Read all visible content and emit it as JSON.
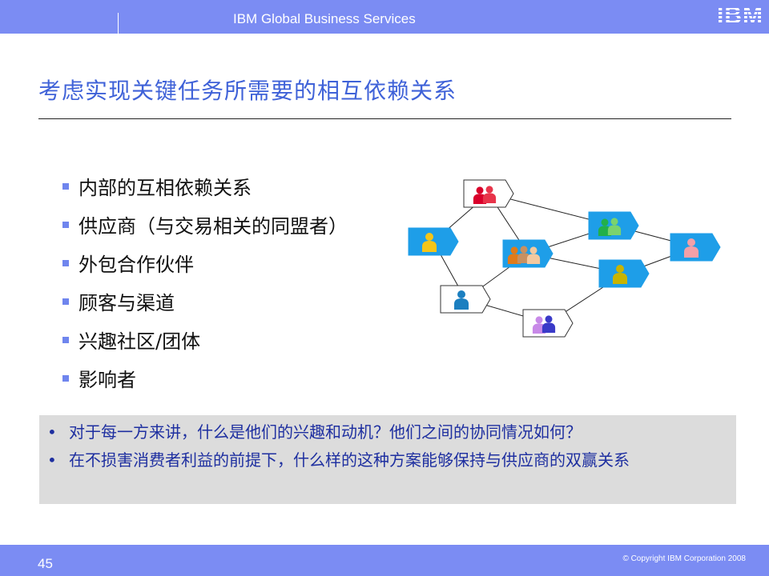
{
  "header": {
    "division": "IBM Global Business Services",
    "logo": "IBM"
  },
  "slide": {
    "title": "考虑实现关键任务所需要的相互依赖关系",
    "bullets": [
      "内部的互相依赖关系",
      "供应商（与交易相关的同盟者）",
      "外包合作伙伴",
      "顾客与渠道",
      "兴趣社区/团体",
      "影响者"
    ]
  },
  "questions": [
    "对于每一方来讲，什么是他们的兴趣和动机？他们之间的协同情况如何？",
    "在不损害消费者利益的前提下，什么样的这种方案能够保持与供应商的双赢关系"
  ],
  "footer": {
    "page_number": "45",
    "copyright": "© Copyright IBM Corporation 2008"
  },
  "colors": {
    "bar": "#7b8cf3",
    "title": "#3f62d8",
    "question_text": "#1e2fa0",
    "question_bg": "#dcdcdc",
    "node_blue": "#1e9ee8"
  },
  "network": {
    "nodes": [
      {
        "id": "internal",
        "icon": "people-group-icon",
        "fill": "white",
        "people": [
          "#d9002a",
          "#e8344a"
        ]
      },
      {
        "id": "supplier",
        "icon": "people-group-icon",
        "fill": "blue",
        "people": [
          "#22b04a",
          "#7bd36d"
        ]
      },
      {
        "id": "partner-left",
        "icon": "person-icon",
        "fill": "blue",
        "people": [
          "#f5c518"
        ]
      },
      {
        "id": "outsourcing",
        "icon": "people-group-icon",
        "fill": "blue",
        "people": [
          "#e07b1a",
          "#c89060",
          "#f3c9a0"
        ]
      },
      {
        "id": "customer",
        "icon": "person-icon",
        "fill": "blue",
        "people": [
          "#f3a0a8"
        ]
      },
      {
        "id": "channel",
        "icon": "person-icon",
        "fill": "blue",
        "people": [
          "#c8b400"
        ]
      },
      {
        "id": "community",
        "icon": "person-icon",
        "fill": "white",
        "people": [
          "#1c7fc0"
        ]
      },
      {
        "id": "influencer",
        "icon": "people-group-icon",
        "fill": "white",
        "people": [
          "#c889e8",
          "#3a3ac8"
        ]
      }
    ],
    "edges": [
      [
        "internal",
        "supplier"
      ],
      [
        "internal",
        "partner-left"
      ],
      [
        "internal",
        "outsourcing"
      ],
      [
        "supplier",
        "customer"
      ],
      [
        "supplier",
        "outsourcing"
      ],
      [
        "outsourcing",
        "channel"
      ],
      [
        "channel",
        "customer"
      ],
      [
        "partner-left",
        "community"
      ],
      [
        "community",
        "outsourcing"
      ],
      [
        "community",
        "influencer"
      ],
      [
        "influencer",
        "channel"
      ]
    ]
  }
}
